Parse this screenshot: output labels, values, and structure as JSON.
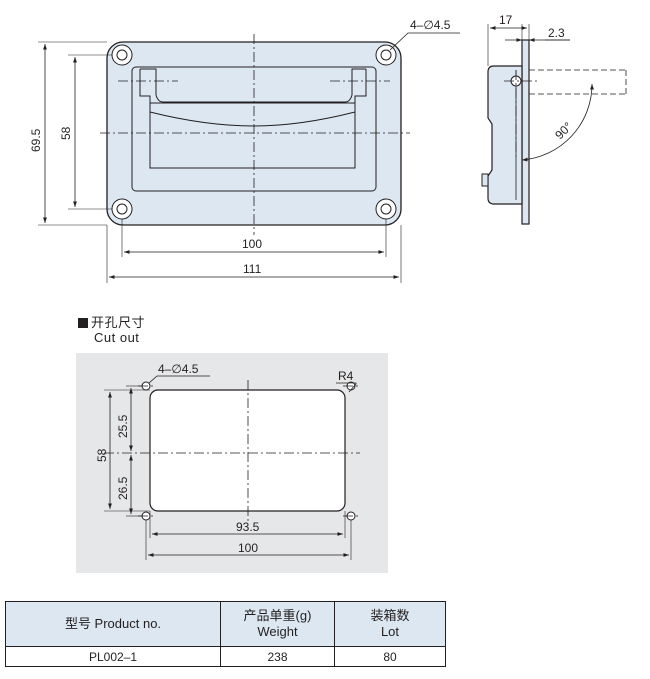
{
  "front_view": {
    "hole_label": "4–∅4.5",
    "dim_height_outer": "69.5",
    "dim_height_holes": "58",
    "dim_width_holes": "100",
    "dim_width_outer": "111"
  },
  "side_view": {
    "dim_depth": "17",
    "dim_thickness": "2.3",
    "angle_label": "90°"
  },
  "cutout": {
    "heading_cn": "开孔尺寸",
    "heading_en": "Cut out",
    "hole_label": "4–∅4.5",
    "radius_label": "R4",
    "dim_upper": "25.5",
    "dim_lower": "26.5",
    "dim_total_height": "58",
    "dim_inner_width": "93.5",
    "dim_hole_width": "100"
  },
  "table": {
    "headers": [
      {
        "line1": "型号 Product no.",
        "line2": ""
      },
      {
        "line1": "产品单重(g)",
        "line2": "Weight"
      },
      {
        "line1": "装箱数",
        "line2": "Lot"
      }
    ],
    "rows": [
      [
        "PL002–1",
        "238",
        "80"
      ]
    ]
  },
  "colors": {
    "part_fill": "#dce7f2",
    "panel_fill": "#e6e7e8",
    "line": "#231f20"
  }
}
